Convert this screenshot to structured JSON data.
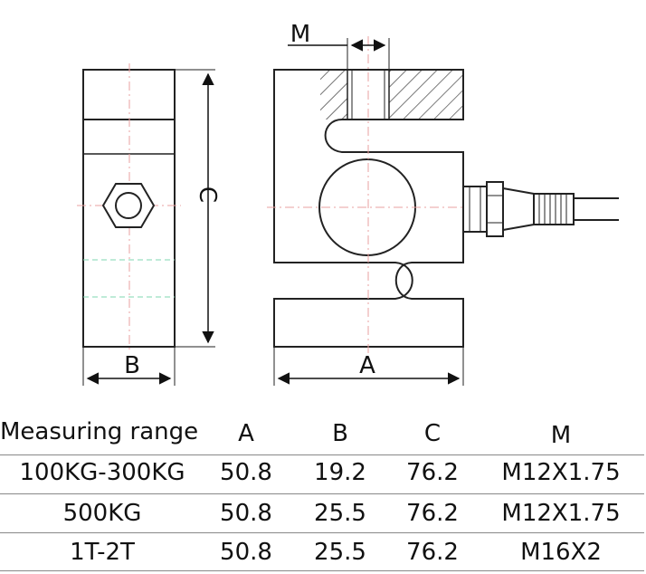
{
  "drawing": {
    "labels": {
      "m": "M",
      "c": "C",
      "b": "B",
      "a": "A"
    }
  },
  "table": {
    "headers": [
      "Measuring range",
      "A",
      "B",
      "C",
      "M"
    ],
    "rows": [
      [
        "100KG-300KG",
        "50.8",
        "19.2",
        "76.2",
        "M12X1.75"
      ],
      [
        "500KG",
        "50.8",
        "25.5",
        "76.2",
        "M12X1.75"
      ],
      [
        "1T-2T",
        "50.8",
        "25.5",
        "76.2",
        "M16X2"
      ]
    ]
  }
}
